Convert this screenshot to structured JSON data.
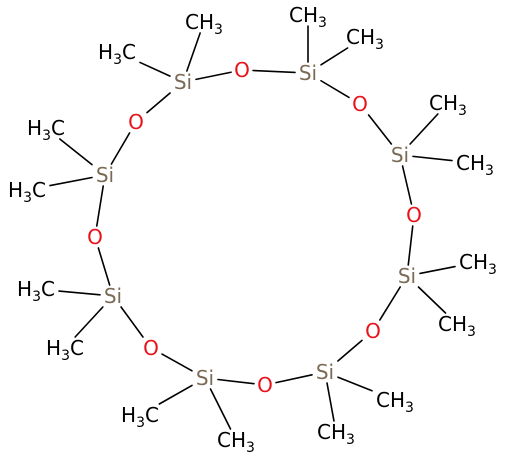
{
  "molecule": {
    "colors": {
      "bond": "#000000",
      "Si": "#7a6a56",
      "O": "#e8131a",
      "C": "#000000"
    },
    "atoms": [
      {
        "id": "si1",
        "kind": "Si",
        "label": "Si"
      },
      {
        "id": "si2",
        "kind": "Si",
        "label": "Si"
      },
      {
        "id": "si3",
        "kind": "Si",
        "label": "Si"
      },
      {
        "id": "si4",
        "kind": "Si",
        "label": "Si"
      },
      {
        "id": "si5",
        "kind": "Si",
        "label": "Si"
      },
      {
        "id": "si6",
        "kind": "Si",
        "label": "Si"
      },
      {
        "id": "si7",
        "kind": "Si",
        "label": "Si"
      },
      {
        "id": "si8",
        "kind": "Si",
        "label": "Si"
      },
      {
        "id": "o1",
        "kind": "O",
        "label": "O"
      },
      {
        "id": "o2",
        "kind": "O",
        "label": "O"
      },
      {
        "id": "o3",
        "kind": "O",
        "label": "O"
      },
      {
        "id": "o4",
        "kind": "O",
        "label": "O"
      },
      {
        "id": "o5",
        "kind": "O",
        "label": "O"
      },
      {
        "id": "o6",
        "kind": "O",
        "label": "O"
      },
      {
        "id": "o7",
        "kind": "O",
        "label": "O"
      },
      {
        "id": "o8",
        "kind": "O",
        "label": "O"
      },
      {
        "id": "me1a",
        "kind": "C",
        "label": "CH3",
        "text": "CH",
        "sub": "3"
      },
      {
        "id": "me1b",
        "kind": "C",
        "label": "H3C",
        "text": "H",
        "sub": "3",
        "tail": "C"
      },
      {
        "id": "me2a",
        "kind": "C",
        "label": "CH3",
        "text": "CH",
        "sub": "3"
      },
      {
        "id": "me2b",
        "kind": "C",
        "label": "CH3",
        "text": "CH",
        "sub": "3"
      },
      {
        "id": "me3a",
        "kind": "C",
        "label": "CH3",
        "text": "CH",
        "sub": "3"
      },
      {
        "id": "me3b",
        "kind": "C",
        "label": "CH3",
        "text": "CH",
        "sub": "3"
      },
      {
        "id": "me4a",
        "kind": "C",
        "label": "CH3",
        "text": "CH",
        "sub": "3"
      },
      {
        "id": "me4b",
        "kind": "C",
        "label": "CH3",
        "text": "CH",
        "sub": "3"
      },
      {
        "id": "me5a",
        "kind": "C",
        "label": "CH3",
        "text": "CH",
        "sub": "3"
      },
      {
        "id": "me5b",
        "kind": "C",
        "label": "CH3",
        "text": "CH",
        "sub": "3"
      },
      {
        "id": "me6a",
        "kind": "C",
        "label": "H3C",
        "text": "H",
        "sub": "3",
        "tail": "C"
      },
      {
        "id": "me6b",
        "kind": "C",
        "label": "CH3",
        "text": "CH",
        "sub": "3"
      },
      {
        "id": "me7a",
        "kind": "C",
        "label": "H3C",
        "text": "H",
        "sub": "3",
        "tail": "C"
      },
      {
        "id": "me7b",
        "kind": "C",
        "label": "H3C",
        "text": "H",
        "sub": "3",
        "tail": "C"
      },
      {
        "id": "me8a",
        "kind": "C",
        "label": "H3C",
        "text": "H",
        "sub": "3",
        "tail": "C"
      },
      {
        "id": "me8b",
        "kind": "C",
        "label": "H3C",
        "text": "H",
        "sub": "3",
        "tail": "C"
      }
    ],
    "bonds": [
      [
        "si1",
        "o1"
      ],
      [
        "o1",
        "si2"
      ],
      [
        "si2",
        "o2"
      ],
      [
        "o2",
        "si3"
      ],
      [
        "si3",
        "o3"
      ],
      [
        "o3",
        "si4"
      ],
      [
        "si4",
        "o4"
      ],
      [
        "o4",
        "si5"
      ],
      [
        "si5",
        "o5"
      ],
      [
        "o5",
        "si6"
      ],
      [
        "si6",
        "o6"
      ],
      [
        "o6",
        "si7"
      ],
      [
        "si7",
        "o7"
      ],
      [
        "o7",
        "si8"
      ],
      [
        "si8",
        "o8"
      ],
      [
        "o8",
        "si1"
      ],
      [
        "si1",
        "me1a"
      ],
      [
        "si1",
        "me1b"
      ],
      [
        "si2",
        "me2a"
      ],
      [
        "si2",
        "me2b"
      ],
      [
        "si3",
        "me3a"
      ],
      [
        "si3",
        "me3b"
      ],
      [
        "si4",
        "me4a"
      ],
      [
        "si4",
        "me4b"
      ],
      [
        "si5",
        "me5a"
      ],
      [
        "si5",
        "me5b"
      ],
      [
        "si6",
        "me6a"
      ],
      [
        "si6",
        "me6b"
      ],
      [
        "si7",
        "me7a"
      ],
      [
        "si7",
        "me7b"
      ],
      [
        "si8",
        "me8a"
      ],
      [
        "si8",
        "me8b"
      ]
    ]
  }
}
